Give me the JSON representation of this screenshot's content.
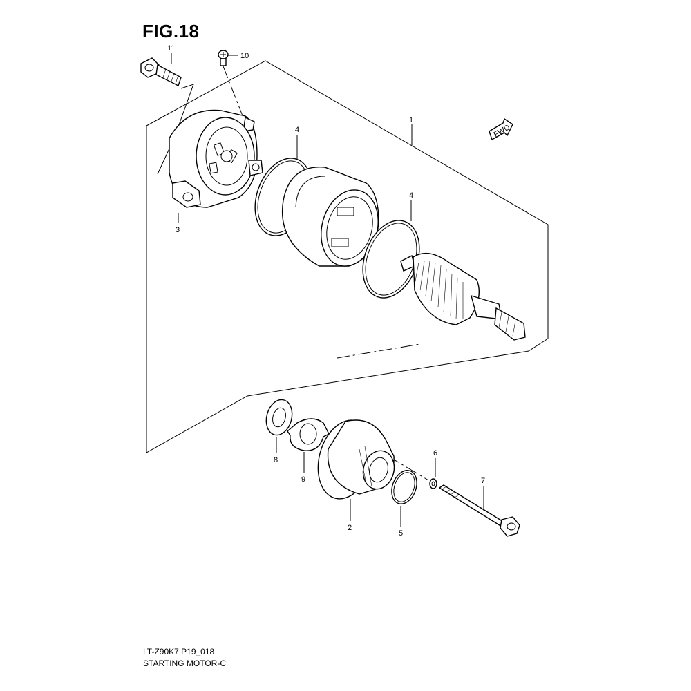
{
  "figure": {
    "title": "FIG.18",
    "model_code": "LT-Z90K7 P19_018",
    "diagram_name": "STARTING MOTOR-C"
  },
  "fwd_badge": {
    "label": "FWD"
  },
  "callouts": [
    {
      "id": "callout-1",
      "number": "1"
    },
    {
      "id": "callout-2",
      "number": "2"
    },
    {
      "id": "callout-3",
      "number": "3"
    },
    {
      "id": "callout-4a",
      "number": "4"
    },
    {
      "id": "callout-4b",
      "number": "4"
    },
    {
      "id": "callout-5",
      "number": "5"
    },
    {
      "id": "callout-6",
      "number": "6"
    },
    {
      "id": "callout-7",
      "number": "7"
    },
    {
      "id": "callout-8",
      "number": "8"
    },
    {
      "id": "callout-9",
      "number": "9"
    },
    {
      "id": "callout-10",
      "number": "10"
    },
    {
      "id": "callout-11",
      "number": "11"
    }
  ]
}
